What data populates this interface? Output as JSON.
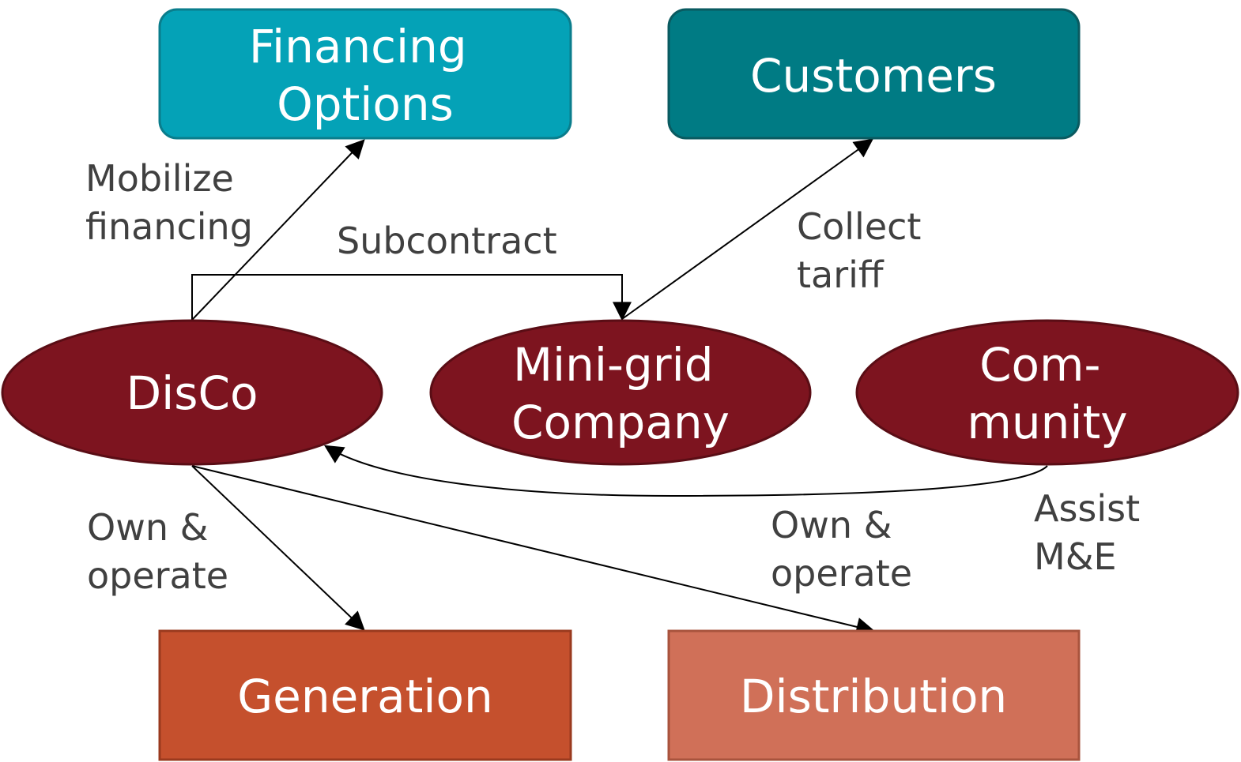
{
  "colors": {
    "financing_options": "#04A2B7",
    "customers": "#007B84",
    "entity_ellipse": "#7D141F",
    "generation": "#C5502D",
    "distribution": "#D07058",
    "arrow": "#000000",
    "edge_label": "#404040"
  },
  "nodes": {
    "financing_options": {
      "lines": [
        "Financing",
        "Options"
      ]
    },
    "customers": {
      "lines": [
        "Customers"
      ]
    },
    "disco": {
      "lines": [
        "DisCo"
      ]
    },
    "minigrid": {
      "lines": [
        "Mini-grid",
        "Company"
      ]
    },
    "community": {
      "lines": [
        "Com-",
        "munity"
      ]
    },
    "generation": {
      "lines": [
        "Generation"
      ]
    },
    "distribution": {
      "lines": [
        "Distribution"
      ]
    }
  },
  "edges": {
    "mobilize_financing": {
      "lines": [
        "Mobilize",
        "financing"
      ]
    },
    "subcontract": {
      "lines": [
        "Subcontract"
      ]
    },
    "collect_tariff": {
      "lines": [
        "Collect",
        "tariff"
      ]
    },
    "own_operate_generation": {
      "lines": [
        "Own &",
        "operate"
      ]
    },
    "own_operate_distribution": {
      "lines": [
        "Own &",
        "operate"
      ]
    },
    "assist_me": {
      "lines": [
        "Assist",
        "M&E"
      ]
    }
  }
}
